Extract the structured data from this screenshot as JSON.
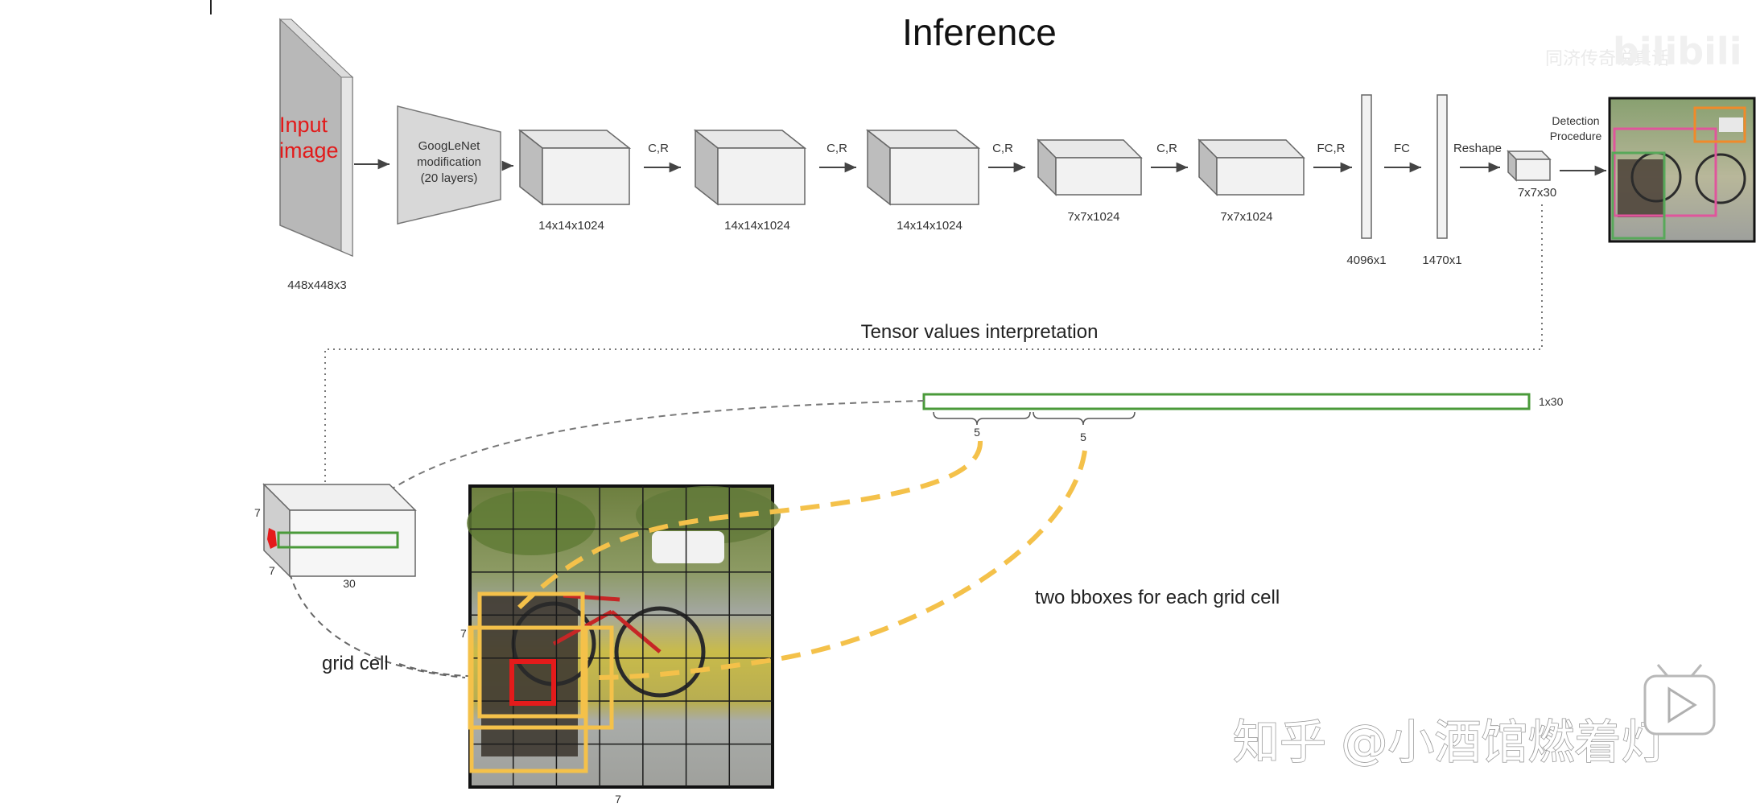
{
  "title": "Inference",
  "input_label": "Input image",
  "input_dim": "448x448x3",
  "googlenet_label": [
    "GoogLeNet",
    "modification",
    "(20 layers)"
  ],
  "blocks": [
    {
      "dim": "14x14x1024"
    },
    {
      "dim": "14x14x1024"
    },
    {
      "dim": "14x14x1024"
    },
    {
      "dim": "7x7x1024"
    },
    {
      "dim": "7x7x1024"
    }
  ],
  "arrow_labels": [
    "C,R",
    "C,R",
    "C,R",
    "C,R",
    "FC,R",
    "FC",
    "Reshape"
  ],
  "fc_layers": [
    {
      "dim": "4096x1"
    },
    {
      "dim": "1470x1"
    }
  ],
  "output_dim": "7x7x30",
  "detection_label": [
    "Detection",
    "Procedure"
  ],
  "tensor_title": "Tensor values interpretation",
  "vector_label": "1x30",
  "brace_labels": [
    "5",
    "5"
  ],
  "cube_labels": {
    "height": "7",
    "depth": "7",
    "width": "30"
  },
  "grid_cell_label": "grid cell",
  "grid_labels": {
    "side": "7",
    "bottom": "7"
  },
  "bbox_caption": "two bboxes for each grid cell",
  "watermark": "知乎 @小酒馆燃着灯",
  "bilibili_mark": "bilibili",
  "faint_text": "同济传奇说真话",
  "colors": {
    "green": "#4a9a3a",
    "yellow": "#f4c14a",
    "red": "#e41b1b",
    "pink": "#e0559c",
    "orange": "#f08a2a"
  }
}
